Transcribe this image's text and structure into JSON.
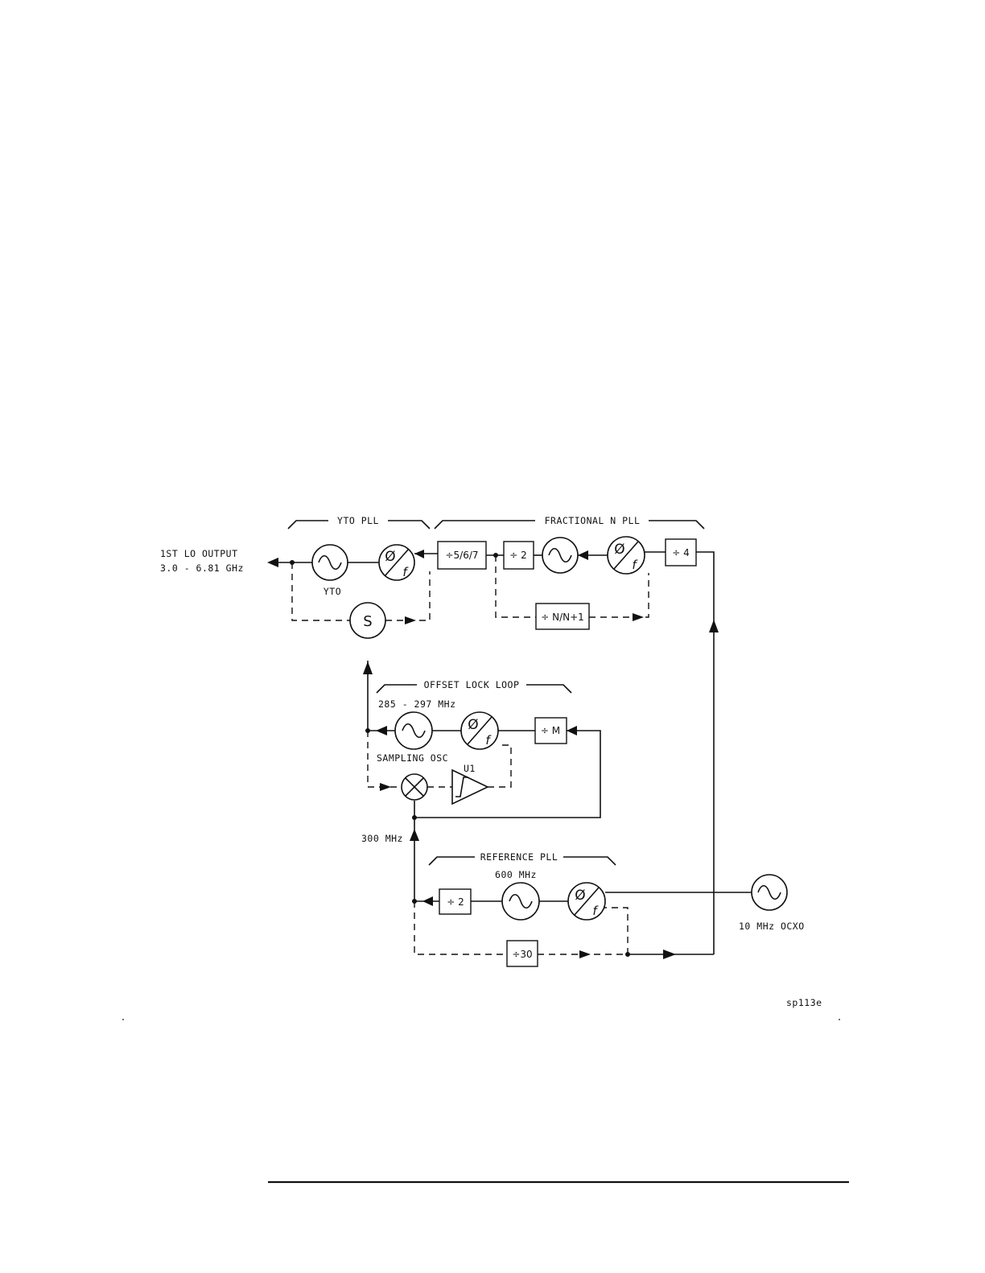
{
  "sections": {
    "yto_pll": "YTO PLL",
    "fractional_n_pll": "FRACTIONAL N PLL",
    "offset_lock_loop": "OFFSET LOCK LOOP",
    "reference_pll": "REFERENCE PLL"
  },
  "labels": {
    "output_line1": "1ST LO OUTPUT",
    "output_line2": "3.0 - 6.81 GHz",
    "yto": "YTO",
    "sampling_freq": "285 - 297 MHz",
    "sampling_osc": "SAMPLING OSC",
    "u1": "U1",
    "mhz300": "300 MHz",
    "mhz600": "600 MHz",
    "ocxo": "10 MHz OCXO",
    "figure_id": "sp113e"
  },
  "blocks": {
    "div567": "÷5/6/7",
    "div2_frac": "÷ 2",
    "div4": "÷ 4",
    "divN": "÷ N/N+1",
    "divM": "÷ M",
    "div2_ref": "÷ 2",
    "div30": "÷30",
    "sampler": "S",
    "phase_det_top": "Ø",
    "phase_det_bottom": "f"
  }
}
